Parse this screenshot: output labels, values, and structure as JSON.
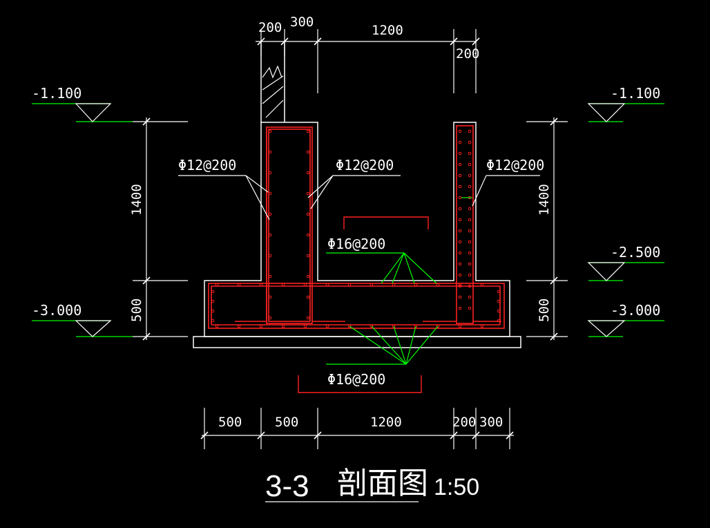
{
  "top_dimensions": [
    "200",
    "300",
    "1200",
    "200"
  ],
  "bottom_dimensions": [
    "500",
    "500",
    "1200",
    "200",
    "300"
  ],
  "left_vertical_dimensions": [
    "1400",
    "500"
  ],
  "right_vertical_dimensions": [
    "1400",
    "500"
  ],
  "elevations": {
    "left_top": "-1.100",
    "left_bottom": "-3.000",
    "right_top": "-1.100",
    "right_mid": "-2.500",
    "right_bottom": "-3.000"
  },
  "rebar_labels": {
    "left_wall_outer": "Φ12@200",
    "left_wall_inner": "Φ12@200",
    "right_wall": "Φ12@200",
    "slab_top": "Φ16@200",
    "slab_bottom": "Φ16@200"
  },
  "title": {
    "section": "3-3",
    "name": "剖面图",
    "scale": "1:50"
  },
  "colors": {
    "background": "#000000",
    "concrete": "#ffffff",
    "rebar": "#ff2020",
    "leader": "#00ff00",
    "dimension": "#ffffff"
  }
}
